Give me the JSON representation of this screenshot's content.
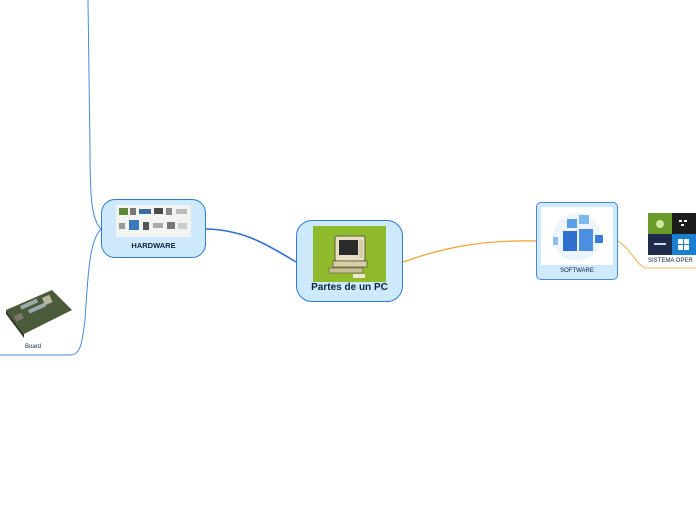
{
  "central": {
    "title": "Partes de un PC",
    "image": "retro-computer-icon"
  },
  "hardware": {
    "title": "HARDWARE",
    "image": "hardware-components-icon"
  },
  "software": {
    "title": "SOFTWARE",
    "image": "software-cubes-icon"
  },
  "board": {
    "label": "Board",
    "image": "motherboard-icon"
  },
  "sistema_operativo": {
    "label": "SISTEMA OPER",
    "image": "os-logos-icon"
  },
  "colors": {
    "node_fill": "#cde9fb",
    "node_border": "#2d7bd6",
    "software_link": "#f0a030",
    "hardware_link": "#2d6fd6"
  }
}
